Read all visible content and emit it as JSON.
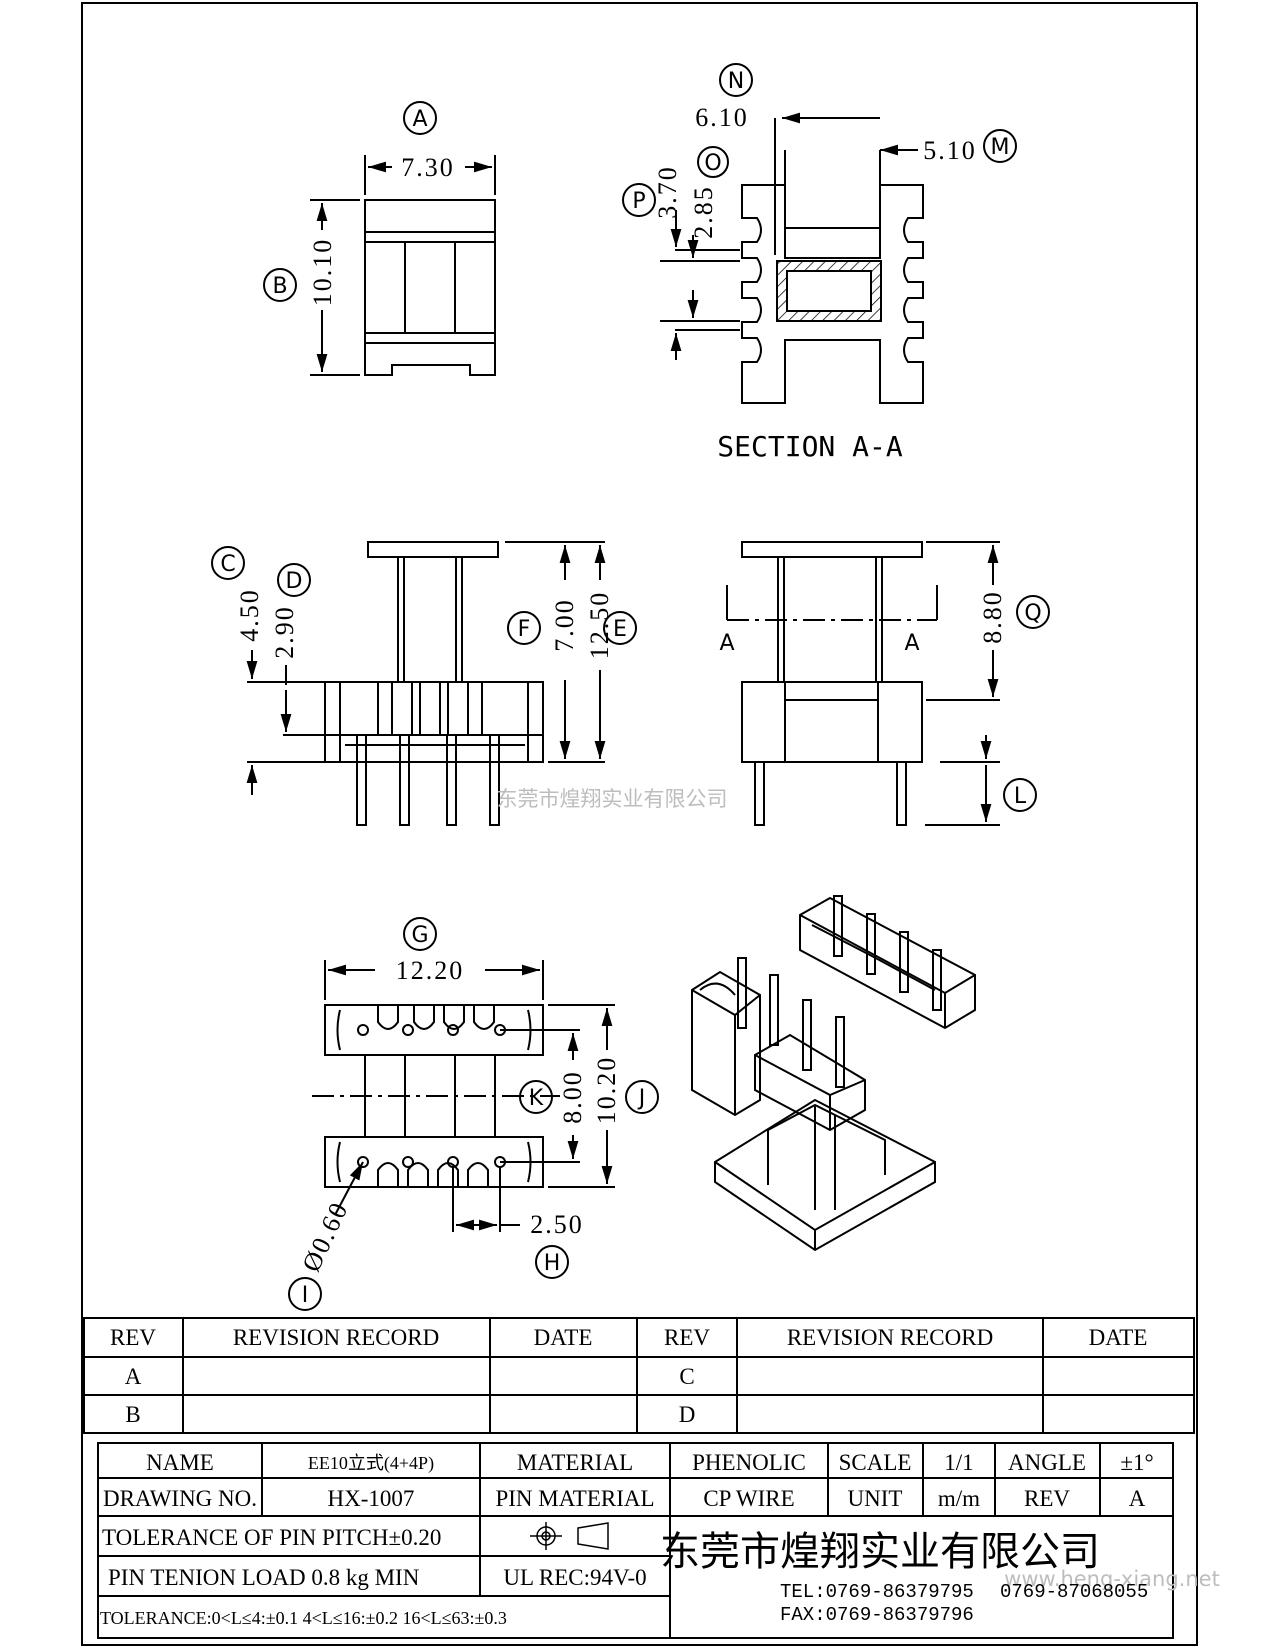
{
  "views": {
    "top": {
      "callout_a": "A",
      "dim_a": "7.30",
      "callout_b": "B",
      "dim_b": "10.10"
    },
    "section": {
      "callout_n": "N",
      "dim_n": "6.10",
      "callout_m": "M",
      "dim_m": "5.10",
      "callout_o": "O",
      "dim_o": "2.85",
      "callout_p": "P",
      "dim_p": "3.70",
      "title": "SECTION A-A"
    },
    "front": {
      "callout_c": "C",
      "dim_c": "4.50",
      "callout_d": "D",
      "dim_d": "2.90",
      "callout_f": "F",
      "dim_f": "7.00",
      "callout_e": "E",
      "dim_e": "12.50"
    },
    "side": {
      "sec_left": "A",
      "sec_right": "A",
      "dim_q": "8.80",
      "callout_q": "Q",
      "callout_l": "L"
    },
    "bottom": {
      "callout_g": "G",
      "dim_g": "12.20",
      "callout_k": "K",
      "dim_k": "8.00",
      "callout_j": "J",
      "dim_j": "10.20",
      "callout_h": "H",
      "dim_h": "2.50",
      "callout_i": "I",
      "dim_i": "Ø0.60"
    }
  },
  "watermark_center": "东莞市煌翔实业有限公司",
  "watermark_corner": "www.heng-xiang.net",
  "revision": {
    "headers": [
      "REV",
      "REVISION RECORD",
      "DATE",
      "REV",
      "REVISION RECORD",
      "DATE"
    ],
    "rows": [
      [
        "A",
        "",
        "",
        "C",
        "",
        ""
      ],
      [
        "B",
        "",
        "",
        "D",
        "",
        ""
      ]
    ]
  },
  "title_block": {
    "name_label": "NAME",
    "name_value": "EE10立式(4+4P)",
    "material_label": "MATERIAL",
    "material_value": "PHENOLIC",
    "scale_label": "SCALE",
    "scale_value": "1/1",
    "angle_label": "ANGLE",
    "angle_value": "±1°",
    "drawing_no_label": "DRAWING NO.",
    "drawing_no_value": "HX-1007",
    "pin_material_label": "PIN MATERIAL",
    "pin_material_value": "CP WIRE",
    "unit_label": "UNIT",
    "unit_value": "m/m",
    "rev_label": "REV",
    "rev_value": "A",
    "tol_pitch": "TOLERANCE OF PIN PITCH±0.20",
    "pin_tension": "PIN TENION LOAD  0.8 kg MIN",
    "ul_rec": "UL REC:94V-0",
    "tolerance": "TOLERANCE:0<L≤4:±0.1  4<L≤16:±0.2  16<L≤63:±0.3",
    "company": "东莞市煌翔实业有限公司",
    "tel": "TEL:0769-86379795",
    "tel2": "0769-87068055",
    "fax": "FAX:0769-86379796"
  }
}
